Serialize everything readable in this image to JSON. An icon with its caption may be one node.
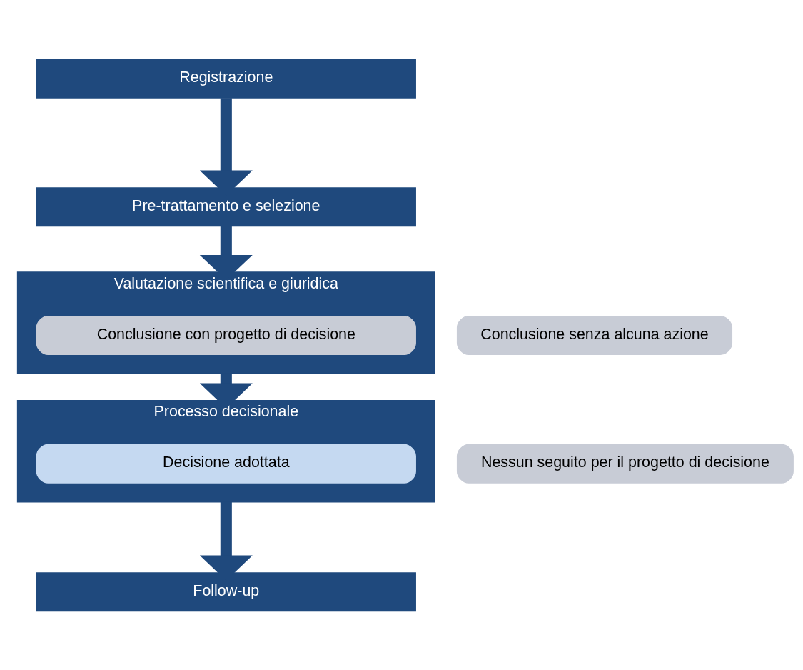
{
  "diagram": {
    "nodes": [
      {
        "text": [
          "Registrazione"
        ]
      },
      {
        "text": [
          "Pre-trattamento e selezione"
        ]
      },
      {
        "text": [
          "Valutazione scientifica e giuridica"
        ]
      },
      {
        "text": [
          "Conclusione con progetto di decisione"
        ],
        "in": 2
      },
      {
        "text": [
          "Conclusione senza alcuna azione"
        ]
      },
      {
        "text": [
          "Processo decisionale"
        ]
      },
      {
        "text": [
          "Decisione adottata"
        ],
        "in": 5
      },
      {
        "text": [
          "Nessun seguito per il progetto di decisione"
        ]
      },
      {
        "text": [
          "Follow-up"
        ]
      }
    ],
    "edges": [
      {
        "from": 0,
        "to": 1,
        "arrow": "to"
      },
      {
        "from": 1,
        "to": 2,
        "arrow": "to"
      },
      {
        "from": 2,
        "to": 5,
        "arrow": "to"
      },
      {
        "from": 5,
        "to": 8,
        "arrow": "to"
      }
    ]
  }
}
